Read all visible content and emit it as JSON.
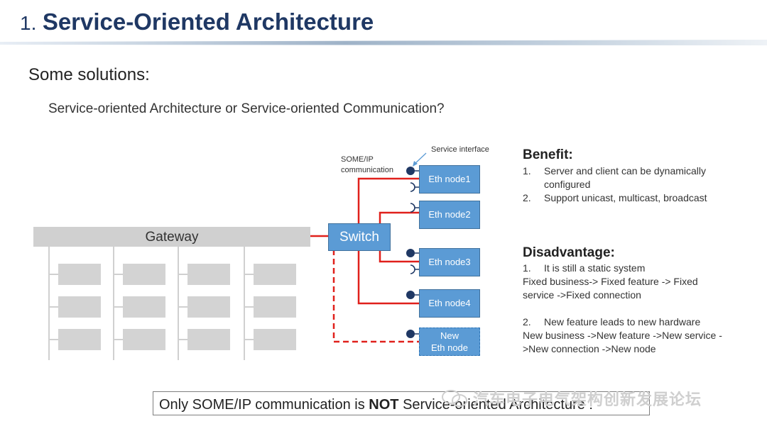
{
  "title": {
    "number": "1.",
    "text": "Service-Oriented Architecture"
  },
  "heading": "Some solutions:",
  "subheading": "Service-oriented Architecture or  Service-oriented Communication?",
  "diagram": {
    "gateway": "Gateway",
    "switch": "Switch",
    "service_interface_label": "Service interface",
    "someip_label_line1": "SOME/IP",
    "someip_label_line2": "communication",
    "nodes": [
      "Eth node1",
      "Eth node2",
      "Eth node3",
      "Eth node4"
    ],
    "new_node_line1": "New",
    "new_node_line2": "Eth node"
  },
  "benefit": {
    "heading": "Benefit:",
    "items": [
      {
        "num": "1.",
        "text": "Server and client can be dynamically",
        "cont": "configured"
      },
      {
        "num": "2.",
        "text": "Support unicast, multicast, broadcast"
      }
    ]
  },
  "disadvantage": {
    "heading": "Disadvantage:",
    "item1_num": "1.",
    "item1_text": "It is still a static system",
    "item1_line2": "Fixed business-> Fixed feature -> Fixed",
    "item1_line3": "service ->Fixed connection",
    "item2_num": "2.",
    "item2_text": "New feature leads to new hardware",
    "item2_line2": "New business ->New feature ->New service -",
    "item2_line3": ">New connection ->New node"
  },
  "note": {
    "before": "Only SOME/IP communication  is ",
    "bold": "NOT",
    "after": " Service-oriented  Architecture !"
  },
  "watermark": "汽车电子电气架构创新发展论坛",
  "colors": {
    "title": "#1f3864",
    "node": "#5b9bd5",
    "link": "#e0201b",
    "gray": "#d0d0d0"
  }
}
